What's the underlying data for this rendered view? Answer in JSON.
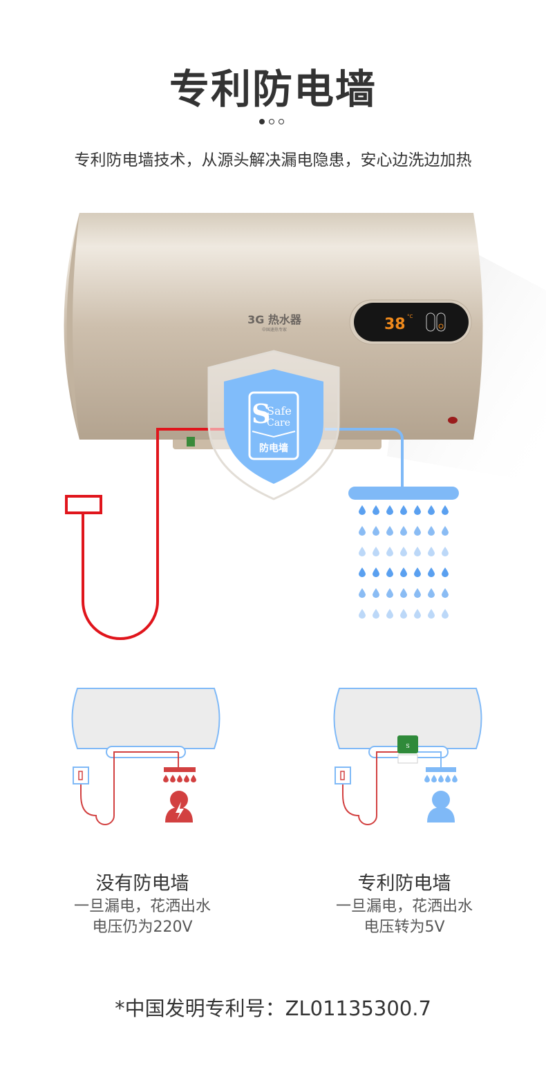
{
  "header": {
    "title": "专利防电墙",
    "pager": {
      "total": 3,
      "active": 1
    },
    "subtitle": "专利防电墙技术，从源头解决漏电隐患，安心边洗边加热"
  },
  "heater": {
    "brand": "3G 热水器",
    "brand_tagline": "中国速热专家",
    "display_temp": "38",
    "temp_unit": "°C",
    "badge_safe": "Safe",
    "badge_care": "Care",
    "badge_label": "防电墙"
  },
  "comparison": [
    {
      "title": "没有防电墙",
      "line1": "一旦漏电，花洒出水",
      "line2": "电压仍为220V"
    },
    {
      "title": "专利防电墙",
      "line1": "一旦漏电，花洒出水",
      "line2": "电压转为5V"
    }
  ],
  "footer": {
    "patent": "*中国发明专利号：ZL01135300.7"
  },
  "colors": {
    "red": "#e0151c",
    "blue": "#7fb9f7",
    "danger_person": "#d24040",
    "safe_person": "#7fb9f7",
    "text": "#333333"
  }
}
